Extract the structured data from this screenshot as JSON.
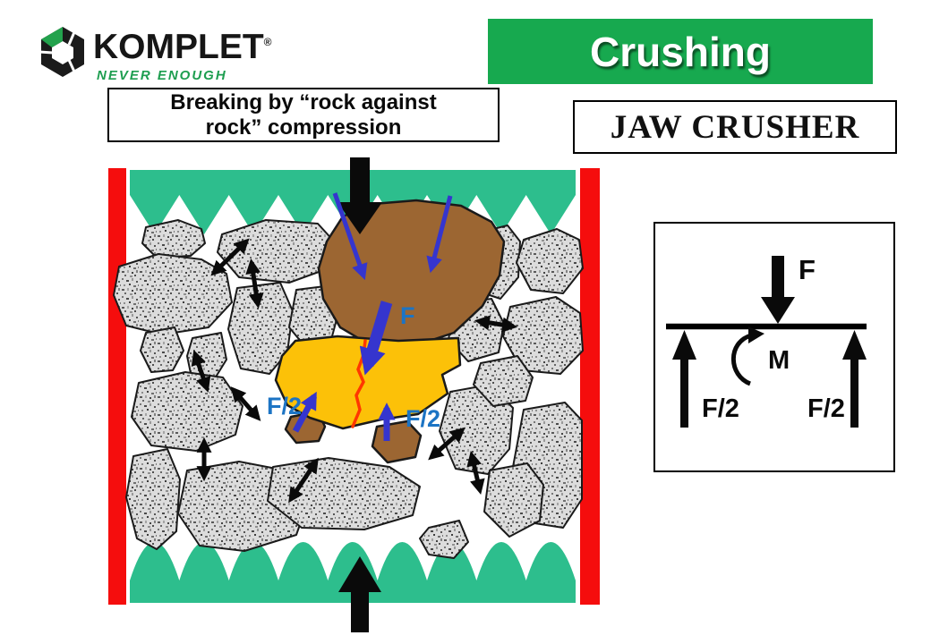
{
  "logo": {
    "brand": "KOMPLET",
    "registered_mark": "®",
    "tagline": "NEVER ENOUGH",
    "colors": {
      "brand_text": "#161616",
      "tagline_green": "#1E9E50",
      "icon_black": "#1B1B1B",
      "icon_green": "#23A24D"
    }
  },
  "header": {
    "title": "Crushing",
    "colors": {
      "banner_green": "#17A94F",
      "title_text": "#FFFFFF"
    }
  },
  "machine_label": {
    "text": "JAW CRUSHER"
  },
  "caption": {
    "line1": "Breaking by “rock against",
    "line2": "rock” compression"
  },
  "crushing_diagram": {
    "labels": {
      "main_force": "F",
      "half_force_left": "F/2",
      "half_force_right": "F/2"
    },
    "colors": {
      "jaw_plate_green": "#2DBE8D",
      "side_wall_red": "#F50D0D",
      "rock_fill_gray": "#DCDCDC",
      "rock_outline": "#1A1A1A",
      "large_rock_brown": "#9C6632",
      "breaking_rock_yellow": "#FCC108",
      "crack_orange_red": "#FF3700",
      "force_arrow_blue": "#3535CE",
      "force_label_blue": "#1C74C4",
      "stress_arrow_black": "#0A0A0A"
    }
  },
  "force_balance_diagram": {
    "labels": {
      "applied_force": "F",
      "reaction_left": "F/2",
      "reaction_right": "F/2",
      "bending_moment": "M"
    }
  }
}
